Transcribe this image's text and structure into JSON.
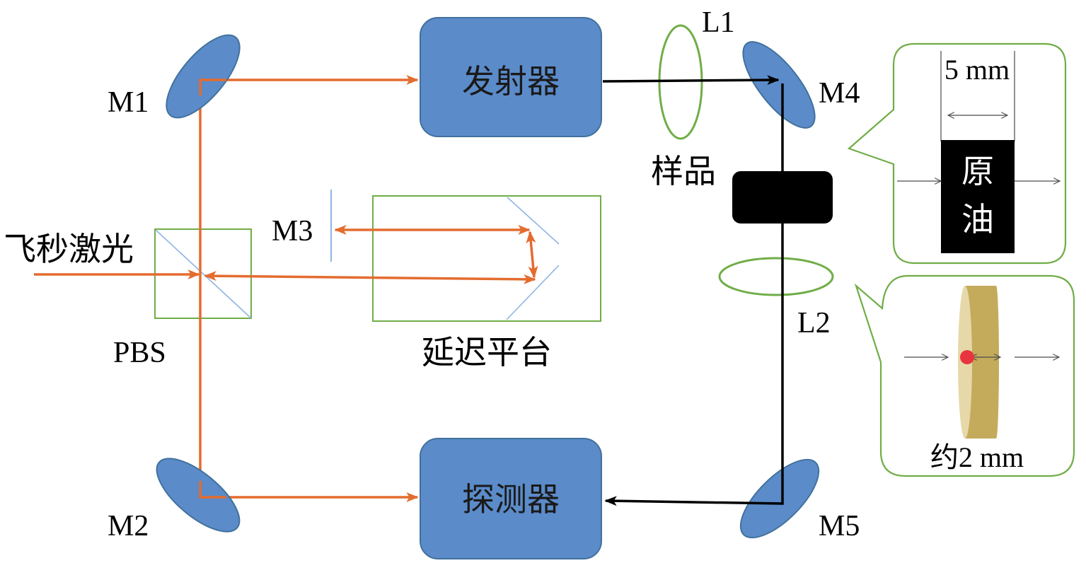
{
  "source": {
    "laser": "飞秒激光"
  },
  "mirrors": {
    "m1": "M1",
    "m2": "M2",
    "m3": "M3",
    "m4": "M4",
    "m5": "M5"
  },
  "lenses": {
    "l1": "L1",
    "l2": "L2"
  },
  "components": {
    "emitter": "发射器",
    "detector": "探测器",
    "pbs": "PBS",
    "delay_stage": "延迟平台",
    "sample": "样品"
  },
  "inset_crude_oil": {
    "width_label": "5 mm",
    "text_line1": "原",
    "text_line2": "油"
  },
  "inset_cell": {
    "thickness_label": "约2 mm"
  },
  "colors": {
    "pump_beam": "#e46c2f",
    "thz_beam": "#000000",
    "mirror": "#5b8bc9",
    "lens": "#70ad47",
    "cell": "#c4ab5c",
    "focus": "#e8343f"
  }
}
